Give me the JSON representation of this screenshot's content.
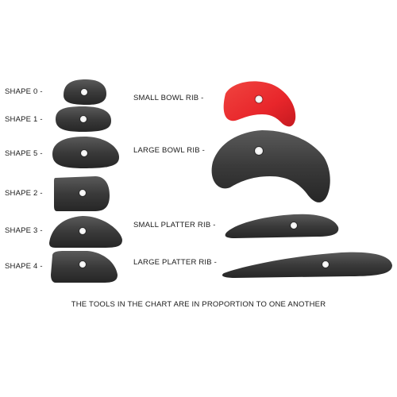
{
  "labels": {
    "shape0": "SHAPE 0 -",
    "shape1": "SHAPE 1 -",
    "shape5": "SHAPE 5 -",
    "shape2": "SHAPE 2 -",
    "shape3": "SHAPE 3 -",
    "shape4": "SHAPE 4 -",
    "small_bowl": "SMALL BOWL RIB -",
    "large_bowl": "LARGE BOWL RIB -",
    "small_platter": "SMALL PLATTER RIB -",
    "large_platter": "LARGE PLATTER RIB -"
  },
  "caption": "THE TOOLS IN THE CHART ARE IN PROPORTION TO ONE ANOTHER",
  "colors": {
    "rib_dark": "#3a3a3a",
    "rib_red": "#e8262b",
    "background": "#ffffff"
  }
}
